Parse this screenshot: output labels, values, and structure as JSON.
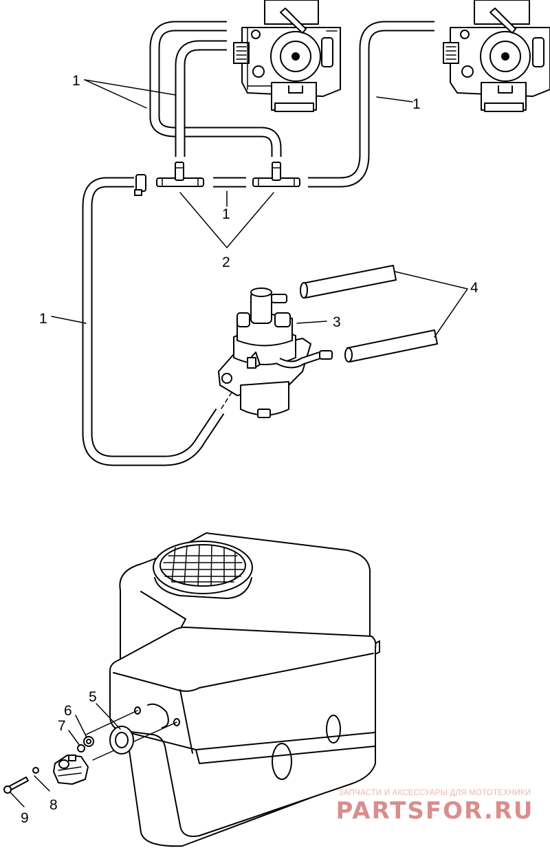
{
  "callouts": {
    "hose_a": "1",
    "hose_b": "1",
    "hose_c": "1",
    "hose_d": "1",
    "tee_fittings": "2",
    "fuel_pump": "3",
    "pulse_hoses": "4",
    "grommet": "5",
    "bushing": "6",
    "washer_a": "7",
    "washer_b": "8",
    "screw": "9"
  },
  "watermark": {
    "tagline": "ЗАПЧАСТИ И АКСЕССУАРЫ ДЛЯ МОТОТЕХНИКИ",
    "logo": "PARTSFOR.RU"
  }
}
